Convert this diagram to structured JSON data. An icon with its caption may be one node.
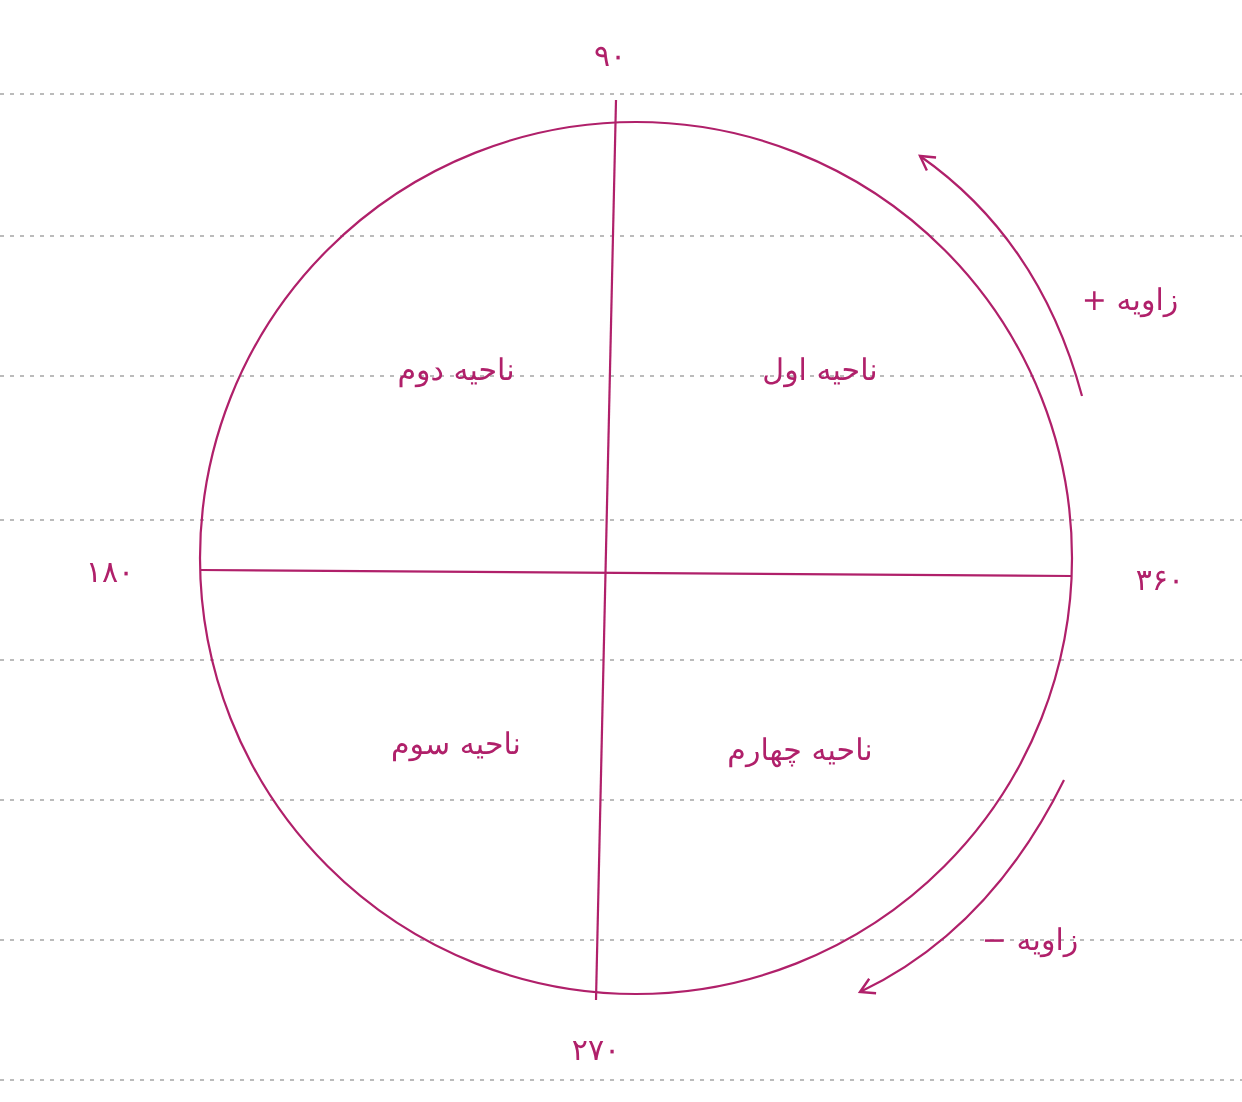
{
  "diagram": {
    "labels": [
      "۹۰",
      "زاویه +",
      "ناحیه دوم",
      "ناحیه اول",
      "۱۸۰",
      "۳۶۰",
      "ناحیه سوم",
      "ناحیه چهارم",
      "زاویه −",
      "۲۷۰"
    ]
  }
}
